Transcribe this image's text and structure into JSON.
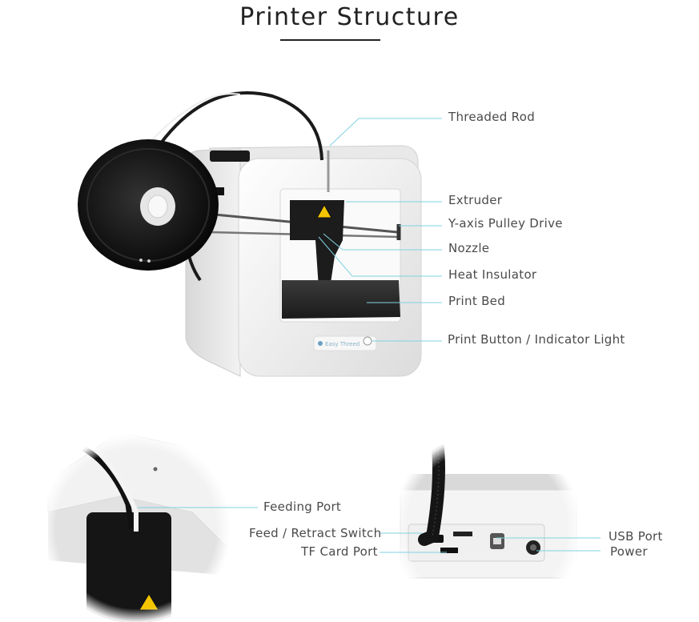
{
  "title": "Printer Structure",
  "labels": {
    "threaded_rod": "Threaded Rod",
    "extruder": "Extruder",
    "y_axis_pulley": "Y-axis Pulley Drive",
    "nozzle": "Nozzle",
    "heat_insulator": "Heat Insulator",
    "print_bed": "Print Bed",
    "print_button": "Print Button / Indicator Light",
    "feeding_port": "Feeding Port",
    "feed_retract": "Feed / Retract Switch",
    "tf_card": "TF Card Port",
    "usb_port": "USB Port",
    "power": "Power"
  },
  "brand": "Easy Threed",
  "colors": {
    "leader": "#7fd3e0",
    "body": "#f4f4f4",
    "dark": "#1a1a1a"
  }
}
